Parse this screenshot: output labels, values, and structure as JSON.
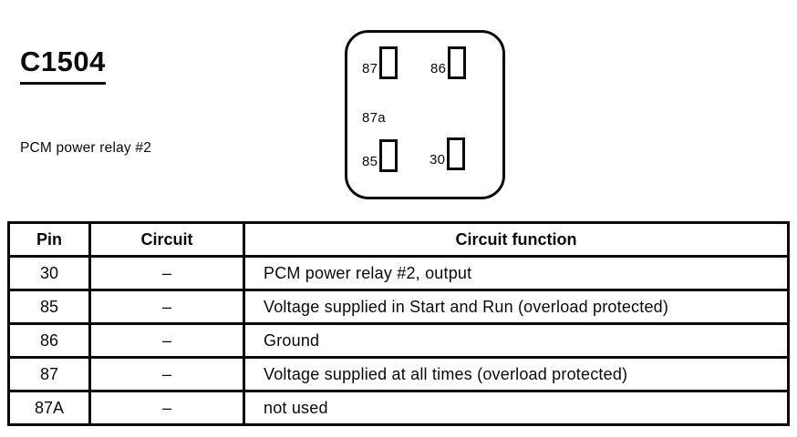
{
  "header": {
    "connector_id": "C1504",
    "connector_description": "PCM power relay #2"
  },
  "connector_diagram": {
    "pins": [
      {
        "label": "87",
        "position": "top-left",
        "has_slot": true
      },
      {
        "label": "86",
        "position": "top-right",
        "has_slot": true
      },
      {
        "label": "87a",
        "position": "middle-left",
        "has_slot": false
      },
      {
        "label": "85",
        "position": "bottom-left",
        "has_slot": true
      },
      {
        "label": "30",
        "position": "bottom-right",
        "has_slot": true
      }
    ]
  },
  "table": {
    "headers": {
      "pin": "Pin",
      "circuit": "Circuit",
      "function": "Circuit function"
    },
    "rows": [
      {
        "pin": "30",
        "circuit": "–",
        "function": "PCM power relay #2, output"
      },
      {
        "pin": "85",
        "circuit": "–",
        "function": "Voltage supplied in Start and Run (overload protected)"
      },
      {
        "pin": "86",
        "circuit": "–",
        "function": "Ground"
      },
      {
        "pin": "87",
        "circuit": "–",
        "function": "Voltage supplied at all times (overload protected)"
      },
      {
        "pin": "87A",
        "circuit": "–",
        "function": "not used"
      }
    ]
  },
  "colors": {
    "ink": "#0a0a0a",
    "background": "#ffffff"
  }
}
